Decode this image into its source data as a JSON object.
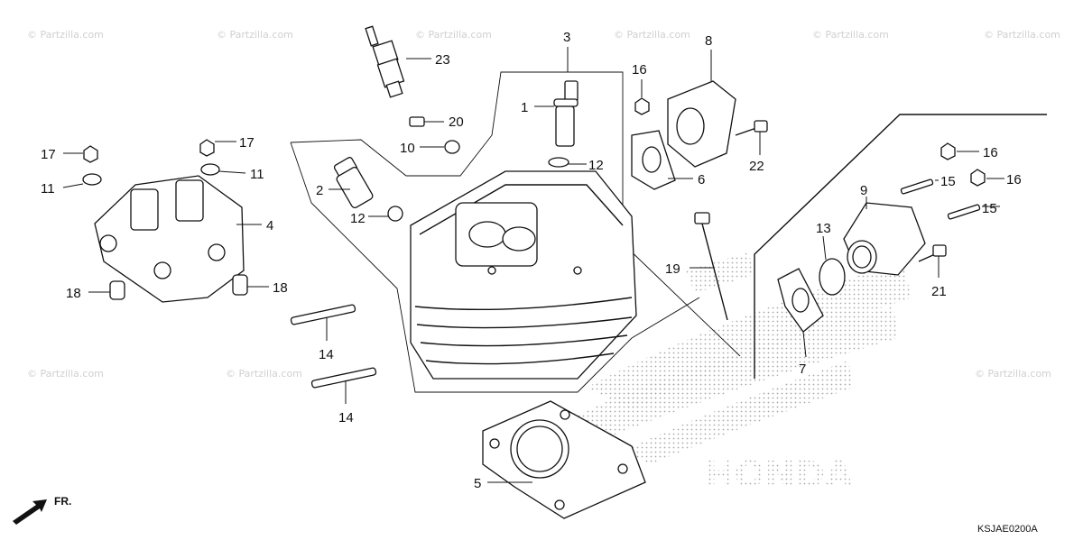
{
  "diagram": {
    "watermark_text": "© Partzilla.com",
    "diagram_code": "KSJAE0200A",
    "direction_label": "FR.",
    "brand_mark": "HONDA",
    "callouts": {
      "c1": "1",
      "c2": "2",
      "c3": "3",
      "c4": "4",
      "c5": "5",
      "c6": "6",
      "c7": "7",
      "c8": "8",
      "c9": "9",
      "c10": "10",
      "c11a": "11",
      "c11b": "11",
      "c12a": "12",
      "c12b": "12",
      "c13": "13",
      "c14a": "14",
      "c14b": "14",
      "c15a": "15",
      "c15b": "15",
      "c16a": "16",
      "c16b": "16",
      "c16c": "16",
      "c17a": "17",
      "c17b": "17",
      "c18a": "18",
      "c18b": "18",
      "c19": "19",
      "c20": "20",
      "c21": "21",
      "c22": "22",
      "c23": "23"
    }
  }
}
